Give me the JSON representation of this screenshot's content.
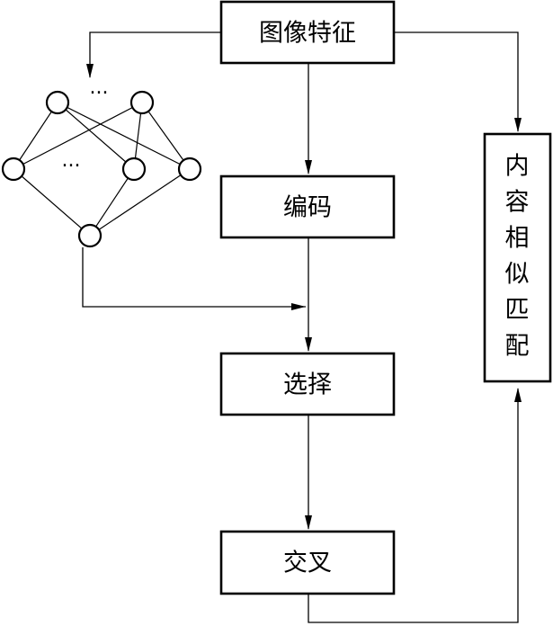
{
  "boxes": {
    "image_features": "图像特征",
    "encoding": "编码",
    "selection": "选择",
    "crossover": "交叉",
    "content_matching": [
      "内",
      "容",
      "相",
      "似",
      "匹",
      "配"
    ]
  },
  "network": {
    "ellipsis_top": "···",
    "ellipsis_middle": "···"
  },
  "colors": {
    "stroke": "#000000",
    "background": "#ffffff"
  }
}
